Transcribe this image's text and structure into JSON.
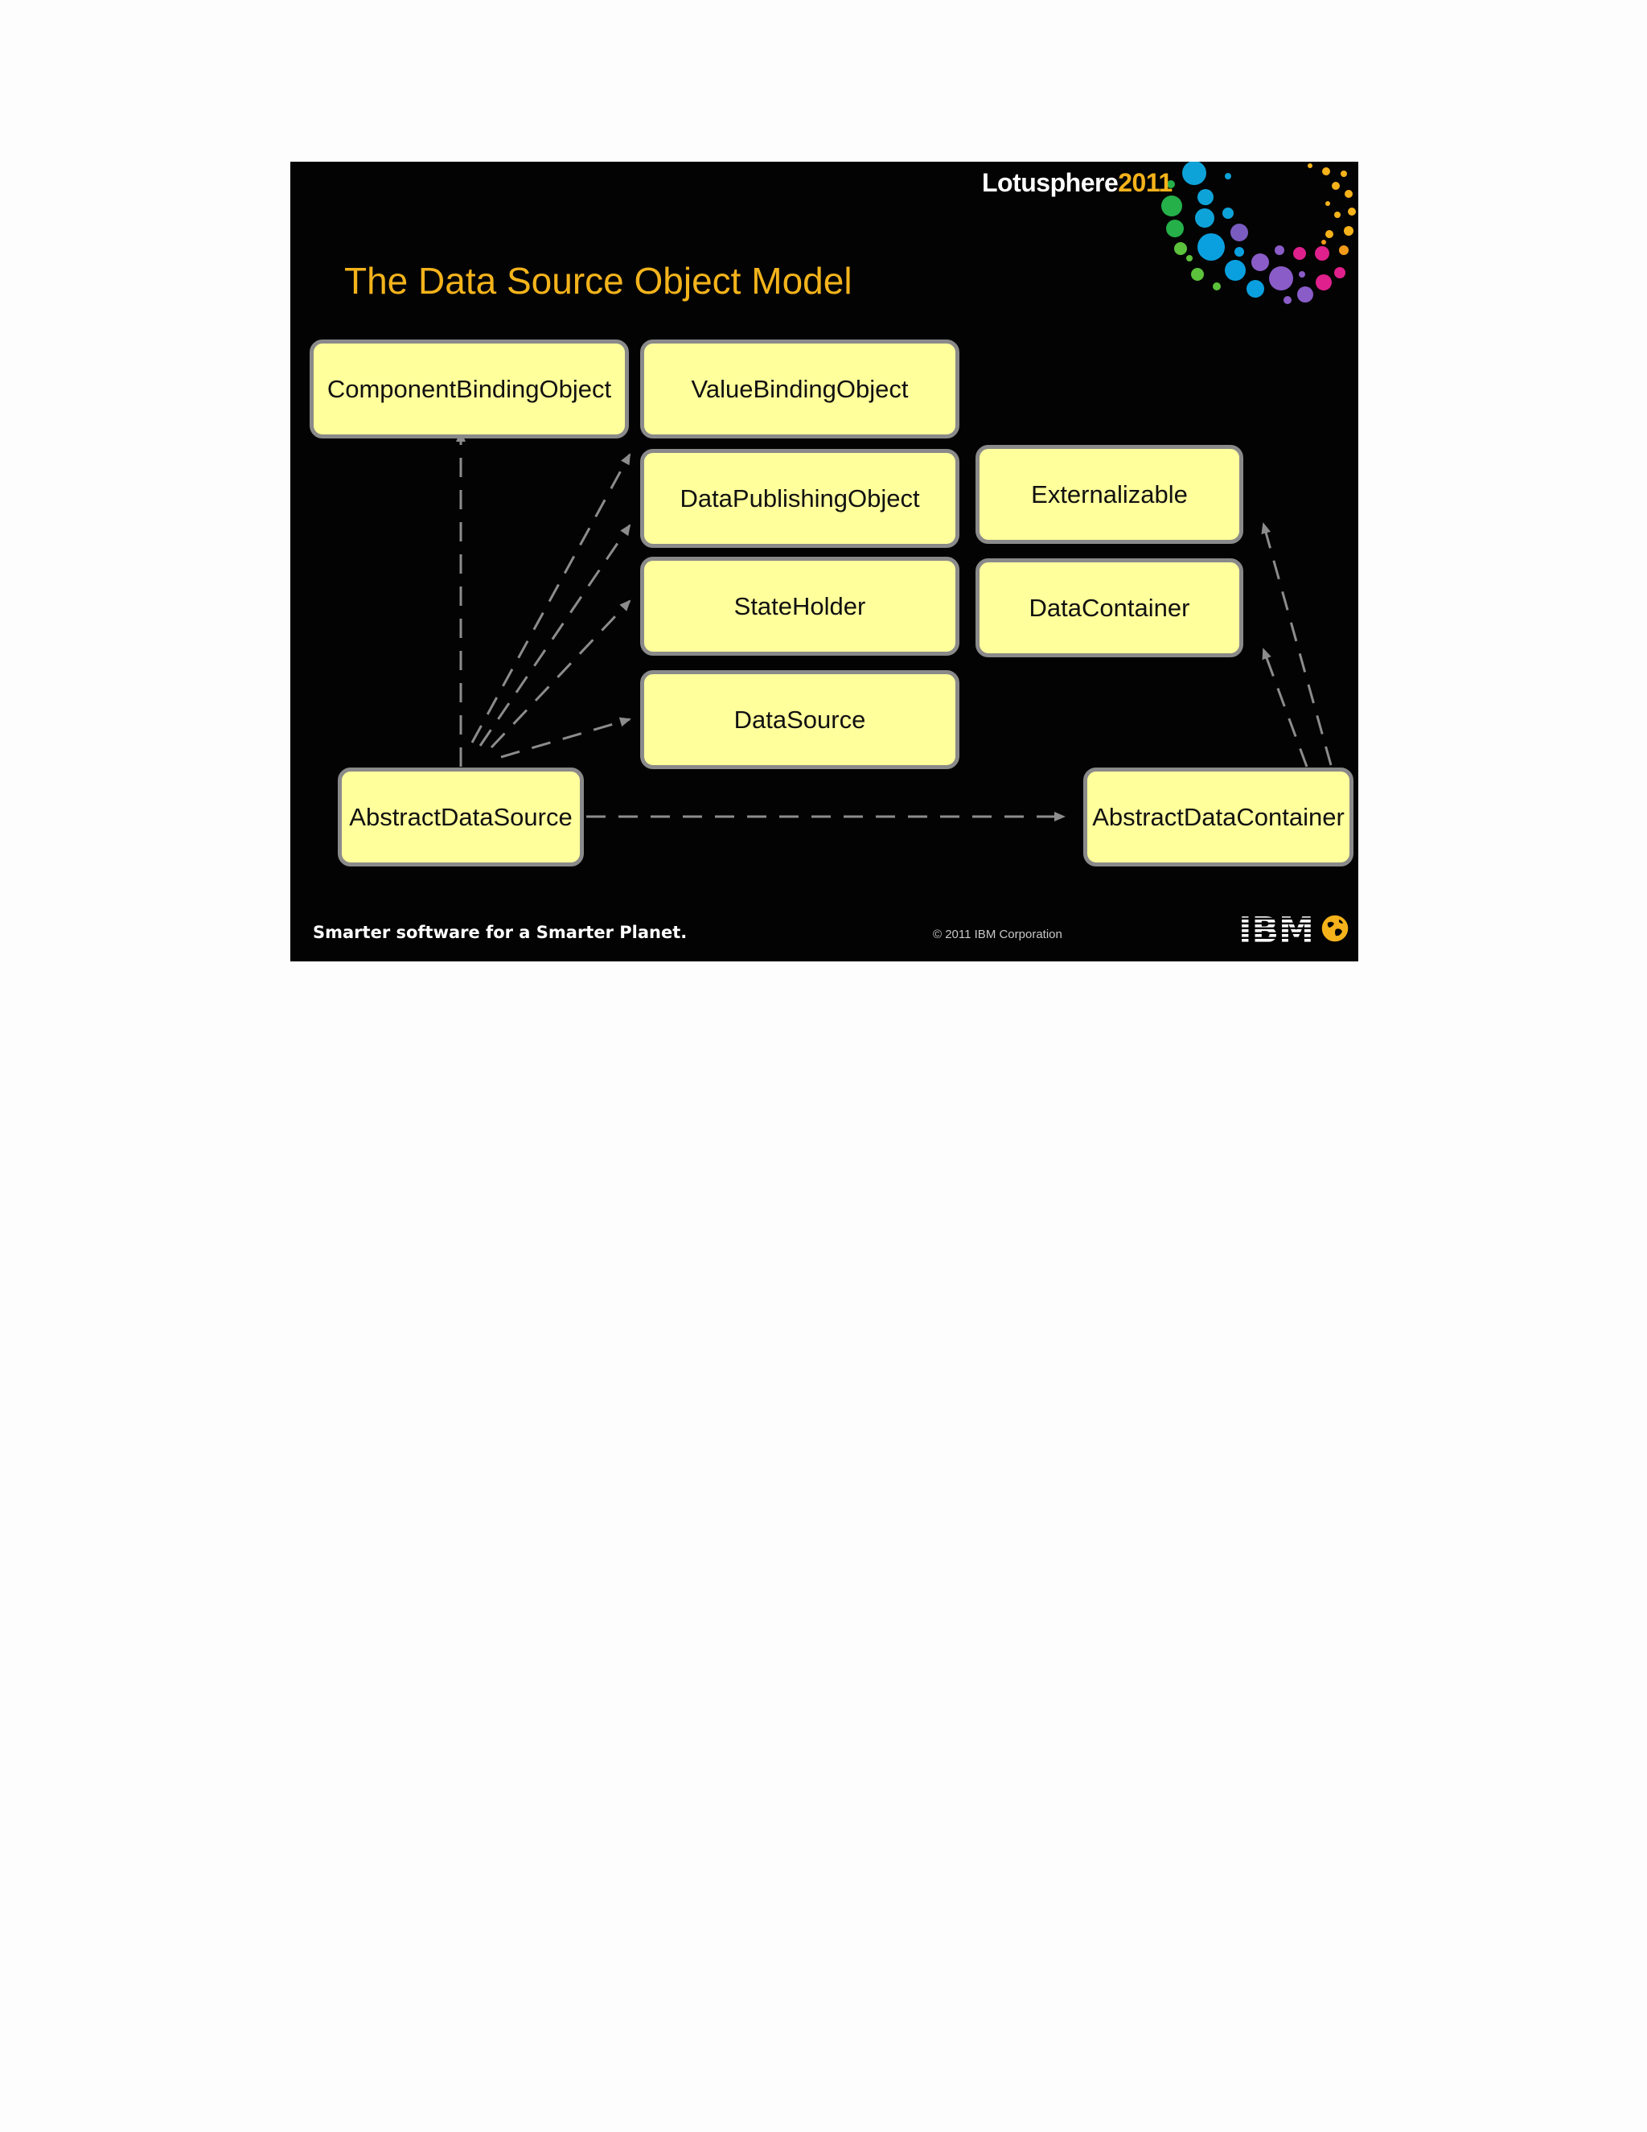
{
  "slide": {
    "brand_name": "Lotusphere",
    "brand_year": "2011",
    "title": "The Data Source Object Model",
    "tagline": "Smarter software for a Smarter Planet.",
    "copyright": "© 2011 IBM Corporation",
    "ibm_logo_text": "IBM"
  },
  "diagram": {
    "nodes": [
      {
        "id": "component-binding-object",
        "label": "ComponentBindingObject"
      },
      {
        "id": "value-binding-object",
        "label": "ValueBindingObject"
      },
      {
        "id": "data-publishing-object",
        "label": "DataPublishingObject"
      },
      {
        "id": "state-holder",
        "label": "StateHolder"
      },
      {
        "id": "data-source",
        "label": "DataSource"
      },
      {
        "id": "externalizable",
        "label": "Externalizable"
      },
      {
        "id": "data-container",
        "label": "DataContainer"
      },
      {
        "id": "abstract-data-source",
        "label": "AbstractDataSource"
      },
      {
        "id": "abstract-data-container",
        "label": "AbstractDataContainer"
      }
    ],
    "edges": [
      {
        "from": "abstract-data-source",
        "to": "component-binding-object",
        "style": "dashed"
      },
      {
        "from": "abstract-data-source",
        "to": "value-binding-object",
        "style": "dashed"
      },
      {
        "from": "abstract-data-source",
        "to": "data-publishing-object",
        "style": "dashed"
      },
      {
        "from": "abstract-data-source",
        "to": "state-holder",
        "style": "dashed"
      },
      {
        "from": "abstract-data-source",
        "to": "data-source",
        "style": "dashed"
      },
      {
        "from": "abstract-data-source",
        "to": "abstract-data-container",
        "style": "dashed"
      },
      {
        "from": "abstract-data-container",
        "to": "externalizable",
        "style": "dashed"
      },
      {
        "from": "abstract-data-container",
        "to": "data-container",
        "style": "dashed"
      }
    ],
    "colors": {
      "node_fill": "#ffff9c",
      "node_border": "#8a8a8a",
      "edge": "#8c8c8c",
      "title": "#f3b31b",
      "background": "#030303"
    }
  }
}
